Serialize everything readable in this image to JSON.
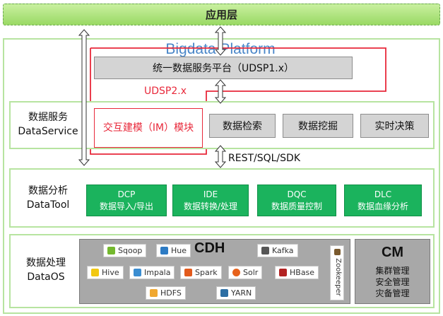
{
  "app_layer": {
    "label": "应用层"
  },
  "platform": {
    "title": "Bigdata Platform"
  },
  "udsp1": {
    "label": "统一数据服务平台（UDSP1.x）"
  },
  "udsp2": {
    "label": "UDSP2.x"
  },
  "im": {
    "label": "交互建模（IM）模块"
  },
  "dataservice": {
    "name_cn": "数据服务",
    "name_en": "DataService",
    "buttons": [
      "数据检索",
      "数据挖掘",
      "实时决策"
    ]
  },
  "protocols": {
    "label": "REST/SQL/SDK"
  },
  "datatool": {
    "name_cn": "数据分析",
    "name_en": "DataTool",
    "modules": [
      {
        "name": "DCP",
        "desc": "数据导入/导出"
      },
      {
        "name": "IDE",
        "desc": "数据转换/处理"
      },
      {
        "name": "DQC",
        "desc": "数据质量控制"
      },
      {
        "name": "DLC",
        "desc": "数据血缘分析"
      }
    ]
  },
  "dataos": {
    "name_cn": "数据处理",
    "name_en": "DataOS",
    "cdh_title": "CDH",
    "components": {
      "sqoop": "Sqoop",
      "hue": "Hue",
      "kafka": "Kafka",
      "hive": "Hive",
      "impala": "Impala",
      "spark": "Spark",
      "solr": "Solr",
      "hbase": "HBase",
      "hdfs": "HDFS",
      "yarn": "YARN",
      "zookeeper": "Zookeeper"
    },
    "cm_title": "CM",
    "cm_items": [
      "集群管理",
      "安全管理",
      "灾备管理"
    ]
  },
  "colors": {
    "module_green": "#1bb35d",
    "highlight_red": "#e8283a",
    "border_green": "#b7e4a0"
  }
}
